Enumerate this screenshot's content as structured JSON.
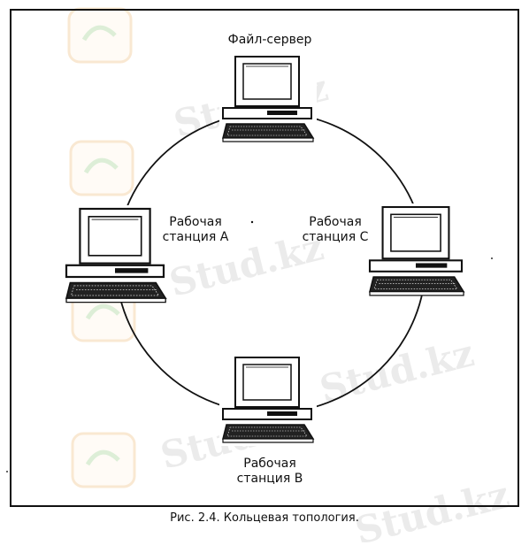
{
  "labels": {
    "file_server": "Файл-сервер",
    "station_a": [
      "Рабочая",
      "станция A"
    ],
    "station_c": [
      "Рабочая",
      "станция C"
    ],
    "station_b": [
      "Рабочая",
      "станция B"
    ]
  },
  "caption": "Рис. 2.4.  Кольцевая топология.",
  "watermark": "Stud.kz",
  "colors": {
    "line": "#111111",
    "watermark": "#c8c8c8",
    "logo_orange": "#f0c080",
    "logo_green": "#9fd08f"
  }
}
